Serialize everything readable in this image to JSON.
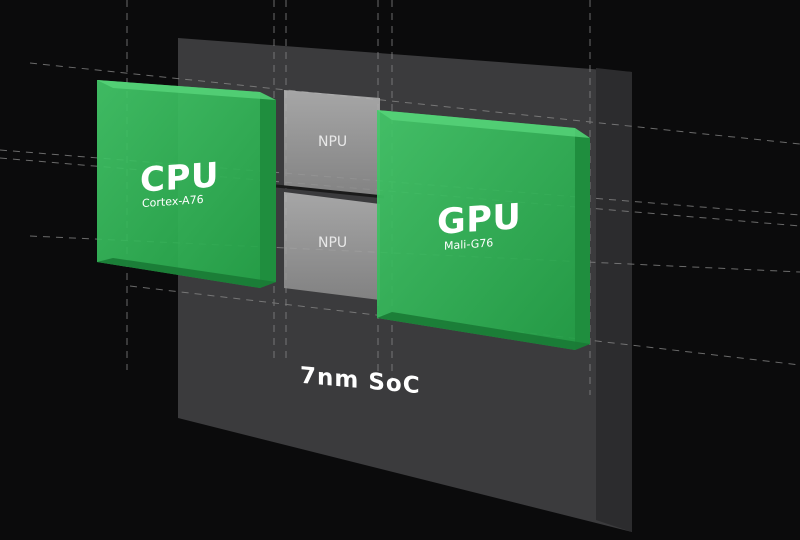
{
  "soc": {
    "label": "7nm SoC"
  },
  "cpu": {
    "title": "CPU",
    "subtitle": "Cortex-A76"
  },
  "gpu": {
    "title": "GPU",
    "subtitle": "Mali-G76"
  },
  "npu": [
    {
      "label": "NPU"
    },
    {
      "label": "NPU"
    }
  ],
  "colors": {
    "chip_green": "#2fb553",
    "die": "#3a3a3c",
    "background": "#0b0b0c"
  }
}
